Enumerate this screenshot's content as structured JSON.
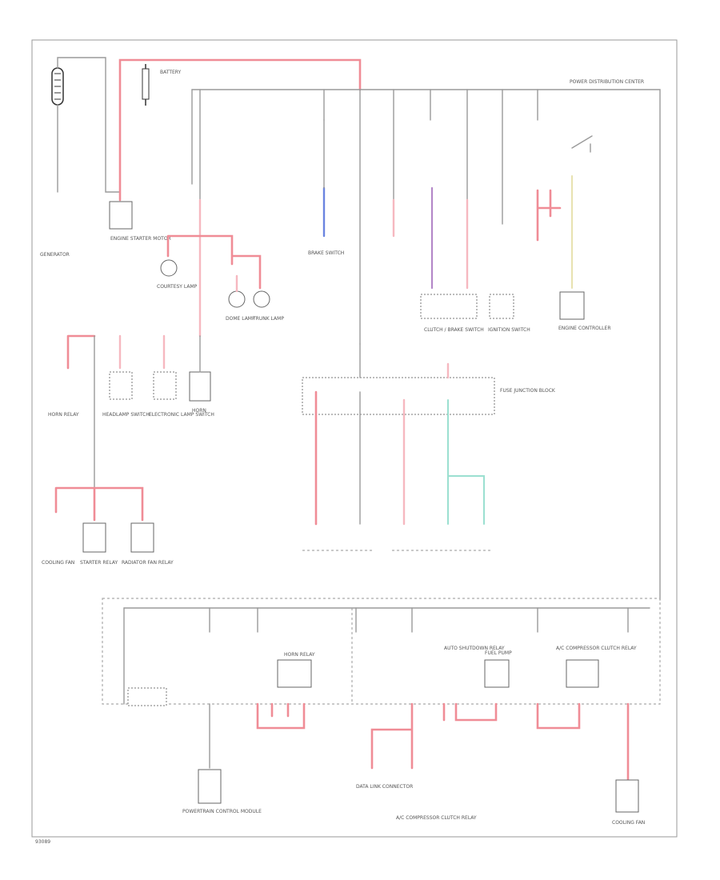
{
  "diagram": {
    "corner_code": "93089",
    "labels": {
      "generator": "GENERATOR",
      "battery": "BATTERY",
      "power_distribution_center": "POWER DISTRIBUTION CENTER",
      "engine_starter_motor": "ENGINE STARTER MOTOR",
      "horn": "HORN",
      "courtesy_lamp": "COURTESY LAMP",
      "dome_lamp": "DOME LAMP",
      "trunk_lamp": "TRUNK LAMP",
      "brake_switch": "BRAKE SWITCH",
      "engine_controller": "ENGINE CONTROLLER",
      "clutch_brake_switch": "CLUTCH / BRAKE SWITCH",
      "ignition_switch": "IGNITION SWITCH",
      "fuse_junction_block": "FUSE JUNCTION BLOCK",
      "headlamp_switch": "HEADLAMP SWITCH",
      "electronic_lamp_switch": "ELECTRONIC LAMP SWITCH",
      "fuel_pump": "FUEL PUMP",
      "auto_shutdown_relay": "AUTO SHUTDOWN RELAY",
      "ac_compressor_clutch_relay": "A/C COMPRESSOR CLUTCH RELAY",
      "horn_relay": "HORN RELAY",
      "starter_relay": "STARTER RELAY",
      "powertrain_control_module": "POWERTRAIN CONTROL MODULE",
      "data_link_connector": "DATA LINK CONNECTOR",
      "cooling_fan": "COOLING FAN",
      "radiator_fan_relay": "RADIATOR FAN RELAY"
    }
  }
}
